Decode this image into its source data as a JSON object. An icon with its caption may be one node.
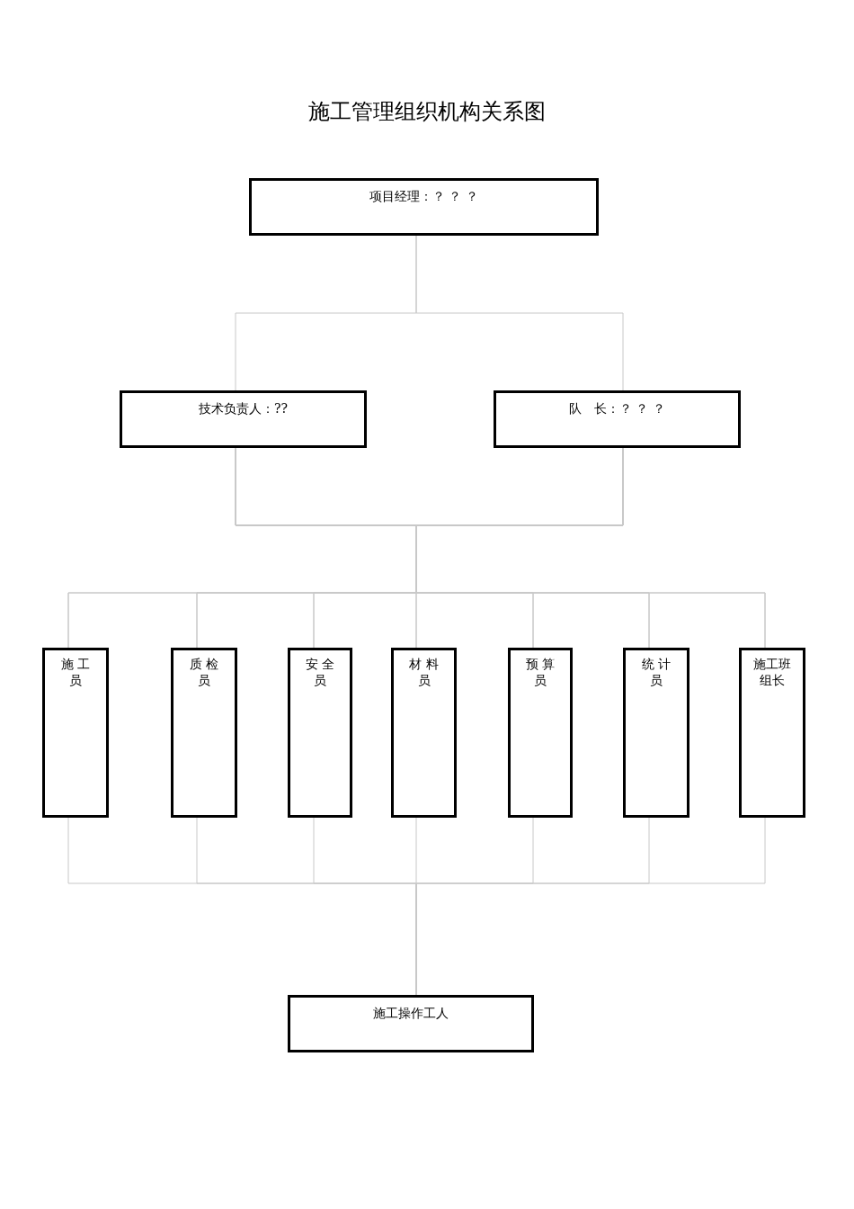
{
  "diagram": {
    "title": "施工管理组织机构关系图",
    "nodes": [
      {
        "text": [
          "项目经理：？ ？ ？"
        ]
      },
      {
        "text": [
          "技术负责人：??"
        ]
      },
      {
        "text": [
          "队　长：？ ？ ？"
        ]
      },
      {
        "text": [
          "施 工员"
        ]
      },
      {
        "text": [
          "质 检员"
        ]
      },
      {
        "text": [
          "安 全员"
        ]
      },
      {
        "text": [
          "材 料员"
        ]
      },
      {
        "text": [
          "预 算员"
        ]
      },
      {
        "text": [
          "统 计员"
        ]
      },
      {
        "text": [
          "施工班组长"
        ]
      },
      {
        "text": [
          "施工操作工人"
        ]
      }
    ],
    "edges": [
      {
        "from": 0,
        "to": 1,
        "arrow": "none"
      },
      {
        "from": 0,
        "to": 2,
        "arrow": "none"
      },
      {
        "from": 1,
        "to": 3,
        "arrow": "none"
      },
      {
        "from": 1,
        "to": 4,
        "arrow": "none"
      },
      {
        "from": 1,
        "to": 5,
        "arrow": "none"
      },
      {
        "from": 1,
        "to": 6,
        "arrow": "none"
      },
      {
        "from": 1,
        "to": 7,
        "arrow": "none"
      },
      {
        "from": 1,
        "to": 8,
        "arrow": "none"
      },
      {
        "from": 1,
        "to": 9,
        "arrow": "none"
      },
      {
        "from": 2,
        "to": 3,
        "arrow": "none"
      },
      {
        "from": 2,
        "to": 4,
        "arrow": "none"
      },
      {
        "from": 2,
        "to": 5,
        "arrow": "none"
      },
      {
        "from": 2,
        "to": 6,
        "arrow": "none"
      },
      {
        "from": 2,
        "to": 7,
        "arrow": "none"
      },
      {
        "from": 2,
        "to": 8,
        "arrow": "none"
      },
      {
        "from": 2,
        "to": 9,
        "arrow": "none"
      },
      {
        "from": 3,
        "to": 10,
        "arrow": "none"
      },
      {
        "from": 4,
        "to": 10,
        "arrow": "none"
      },
      {
        "from": 5,
        "to": 10,
        "arrow": "none"
      },
      {
        "from": 6,
        "to": 10,
        "arrow": "none"
      },
      {
        "from": 7,
        "to": 10,
        "arrow": "none"
      },
      {
        "from": 8,
        "to": 10,
        "arrow": "none"
      },
      {
        "from": 9,
        "to": 10,
        "arrow": "none"
      }
    ]
  }
}
